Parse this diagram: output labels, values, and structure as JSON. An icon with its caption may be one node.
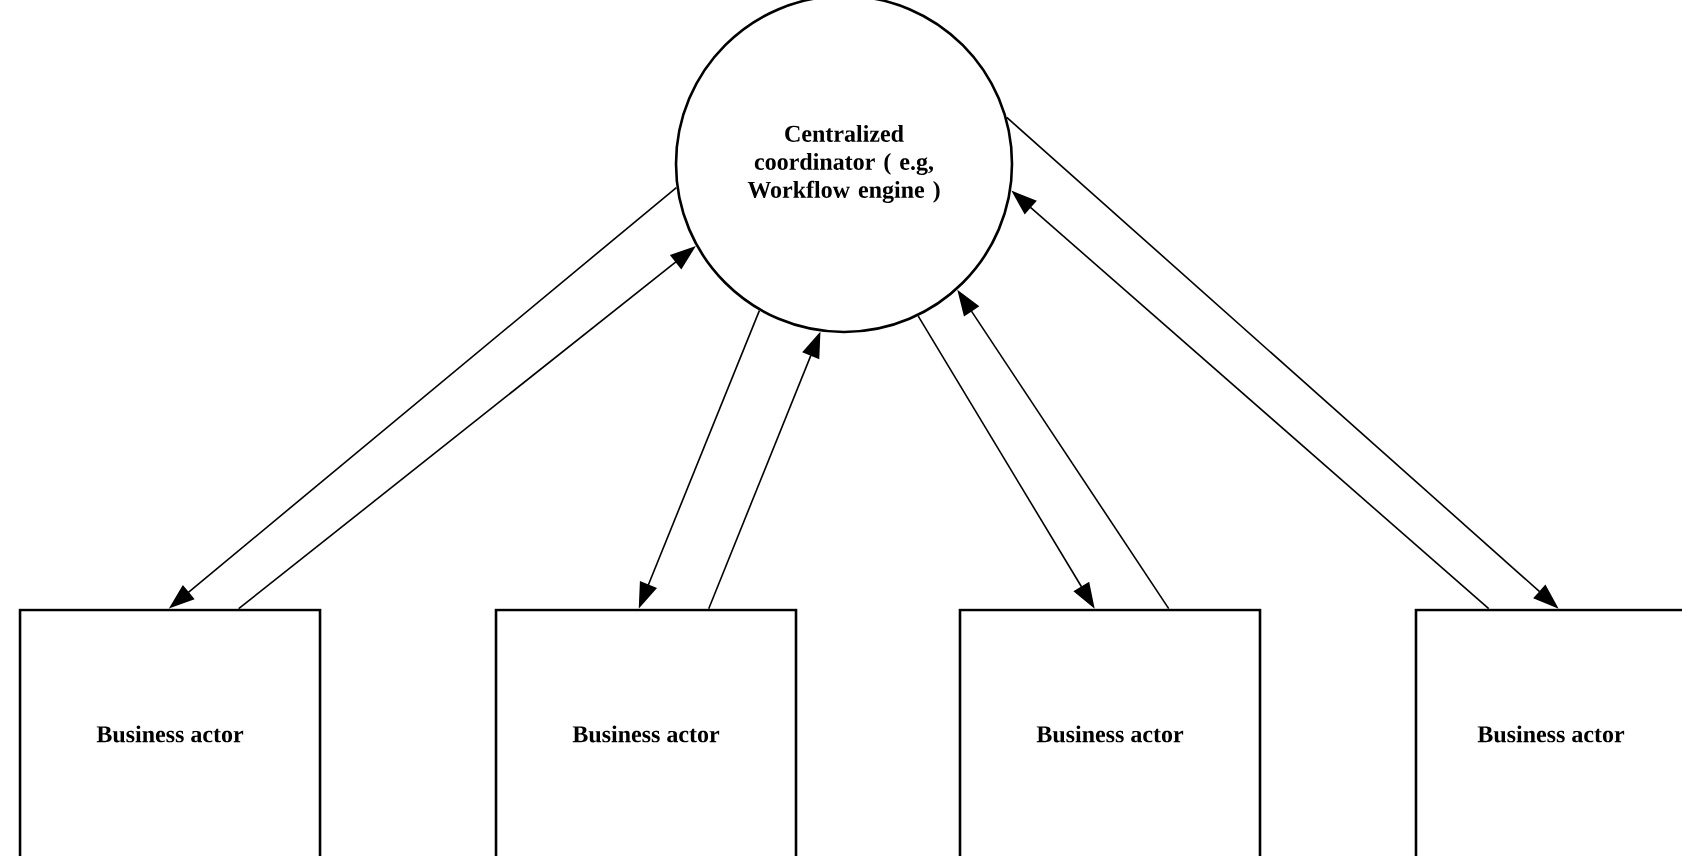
{
  "diagram": {
    "nodes": [
      {
        "text": [
          "Centralized coordinator ( e.g, Workflow engine )"
        ]
      },
      {
        "text": [
          "Business actor"
        ]
      },
      {
        "text": [
          "Business actor"
        ]
      },
      {
        "text": [
          "Business actor"
        ]
      },
      {
        "text": [
          "Business actor"
        ]
      }
    ],
    "edges": [
      {
        "from": 0,
        "to": 1,
        "arrow": "to"
      },
      {
        "from": 1,
        "to": 0,
        "arrow": "to"
      },
      {
        "from": 0,
        "to": 2,
        "arrow": "to"
      },
      {
        "from": 2,
        "to": 0,
        "arrow": "to"
      },
      {
        "from": 0,
        "to": 3,
        "arrow": "to"
      },
      {
        "from": 3,
        "to": 0,
        "arrow": "to"
      },
      {
        "from": 0,
        "to": 4,
        "arrow": "to"
      },
      {
        "from": 4,
        "to": 0,
        "arrow": "to"
      }
    ]
  }
}
